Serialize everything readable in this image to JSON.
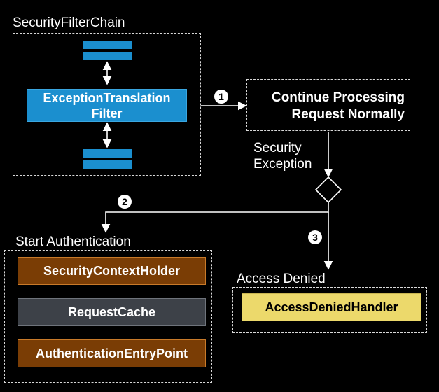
{
  "filter_chain": {
    "title": "SecurityFilterChain",
    "filter_label": "ExceptionTranslation Filter",
    "filter_color": "#1b8fcf"
  },
  "continue_box": {
    "label": "Continue Processing Request Normally"
  },
  "security_exception_label": "Security Exception",
  "steps": {
    "one": "1",
    "two": "2",
    "three": "3"
  },
  "start_authentication": {
    "title": "Start Authentication",
    "items": [
      {
        "label": "SecurityContextHolder",
        "color": "#7a3d05"
      },
      {
        "label": "RequestCache",
        "color": "#3d4148"
      },
      {
        "label": "AuthenticationEntryPoint",
        "color": "#7a3d05"
      }
    ]
  },
  "access_denied": {
    "title": "Access Denied",
    "handler_label": "AccessDeniedHandler",
    "handler_color": "#ecd96b"
  }
}
